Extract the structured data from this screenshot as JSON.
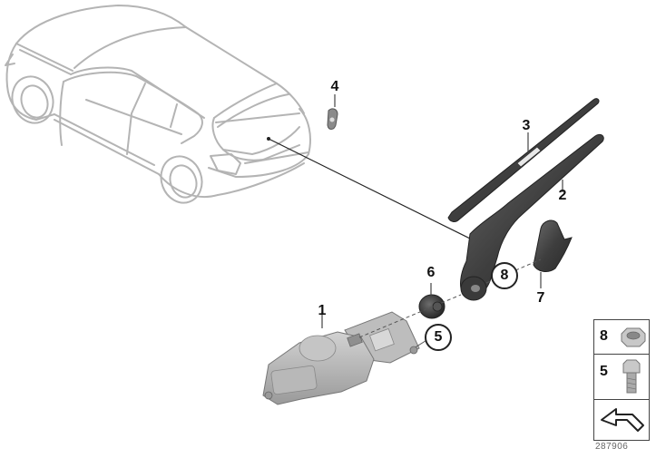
{
  "diagram": {
    "type": "exploded-parts-diagram",
    "subject": "Rear window wiper assembly",
    "drawing_number": "287906",
    "callouts": [
      {
        "id": "1",
        "label": "1",
        "part": "wiper-motor",
        "style": "plain"
      },
      {
        "id": "2",
        "label": "2",
        "part": "wiper-arm",
        "style": "plain"
      },
      {
        "id": "3",
        "label": "3",
        "part": "wiper-blade",
        "style": "plain"
      },
      {
        "id": "4",
        "label": "4",
        "part": "clip",
        "style": "plain"
      },
      {
        "id": "5",
        "label": "5",
        "part": "hex-bolt",
        "style": "circled"
      },
      {
        "id": "6",
        "label": "6",
        "part": "grommet",
        "style": "plain"
      },
      {
        "id": "7",
        "label": "7",
        "part": "cover-cap",
        "style": "plain"
      },
      {
        "id": "8",
        "label": "8",
        "part": "hex-nut",
        "style": "circled"
      }
    ],
    "legend": {
      "items": [
        {
          "label": "8",
          "part": "hex-nut-icon"
        },
        {
          "label": "5",
          "part": "hex-bolt-icon"
        },
        {
          "label": "",
          "part": "torque-arrow-icon"
        }
      ]
    },
    "colors": {
      "car_outline": "#b4b4b4",
      "part_dark": "#4a4a4a",
      "part_gray": "#a9a9a9",
      "leader_line": "#222222"
    }
  }
}
